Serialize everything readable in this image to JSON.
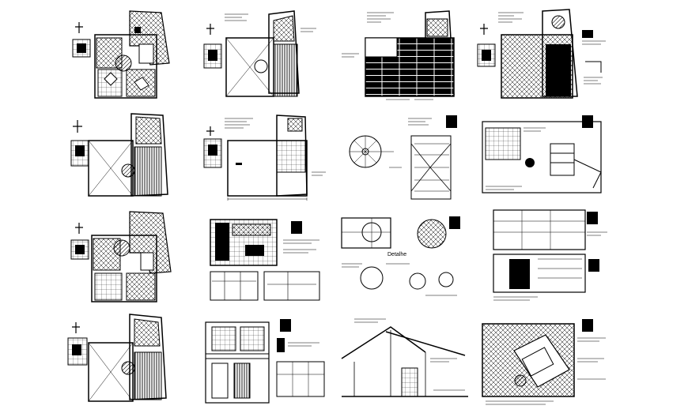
{
  "drawing": {
    "title_label": "Detalhe",
    "stroke_color": "#000000",
    "background_color": "#ffffff",
    "sheet_count": 16,
    "rows": 4,
    "columns": 4
  },
  "sheets": [
    {
      "name": "sheet-floor-plan-furnished-1"
    },
    {
      "name": "sheet-floor-plan-hatched-floor"
    },
    {
      "name": "sheet-floor-plan-deck"
    },
    {
      "name": "sheet-floor-plan-tiled"
    },
    {
      "name": "sheet-roof-plan-1"
    },
    {
      "name": "sheet-floor-plan-dimensions"
    },
    {
      "name": "sheet-spiral-stair-detail"
    },
    {
      "name": "sheet-cabinet-elevation"
    },
    {
      "name": "sheet-floor-plan-furnished-2"
    },
    {
      "name": "sheet-kitchen-plan-elevations"
    },
    {
      "name": "sheet-round-table-detail"
    },
    {
      "name": "sheet-shelving-elevations"
    },
    {
      "name": "sheet-roof-plan-2"
    },
    {
      "name": "sheet-facade-elevations"
    },
    {
      "name": "sheet-roof-section"
    },
    {
      "name": "sheet-room-plan-tiled"
    }
  ]
}
